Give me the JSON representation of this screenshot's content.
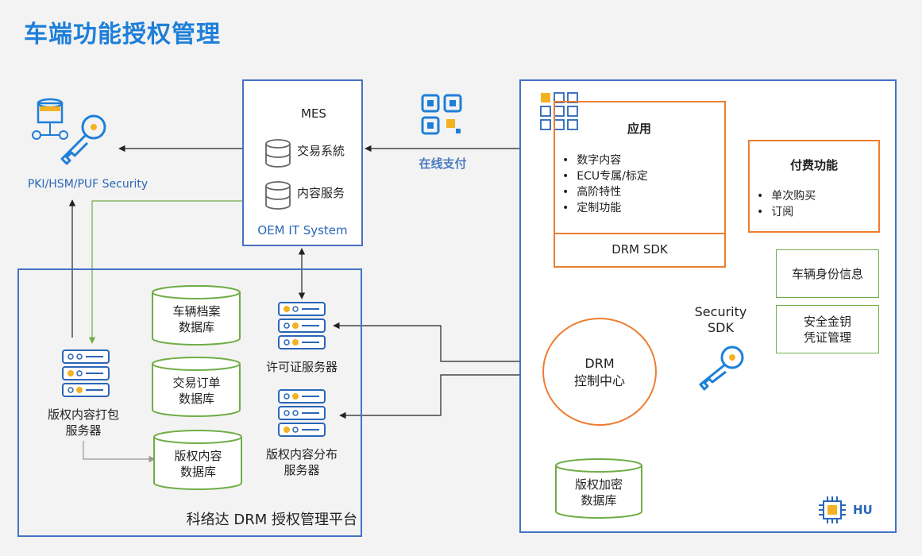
{
  "title": "车端功能授权管理",
  "pki": {
    "label": "PKI/HSM/PUF Security"
  },
  "oem": {
    "mes": "MES",
    "trade": "交易系統",
    "content": "内容服务",
    "footer": "OEM IT System"
  },
  "payment": {
    "label": "在线支付"
  },
  "app": {
    "title": "应用",
    "items": [
      "数字内容",
      "ECU专属/标定",
      "高阶特性",
      "定制功能"
    ],
    "sdk": "DRM SDK"
  },
  "paid": {
    "title": "付费功能",
    "items": [
      "单次购买",
      "订阅"
    ]
  },
  "vehicle_id": "车辆身份信息",
  "key_mgmt": {
    "line1": "安全金钥",
    "line2": "凭证管理"
  },
  "security_sdk": {
    "line1": "Security",
    "line2": "SDK"
  },
  "drm_center": {
    "line1": "DRM",
    "line2": "控制中心"
  },
  "drm_db": {
    "line1": "版权加密",
    "line2": "数据库"
  },
  "hu": "HU",
  "platform": {
    "footer": "科络达 DRM 授权管理平台",
    "db_vehicle": {
      "line1": "车辆档案",
      "line2": "数据库"
    },
    "db_order": {
      "line1": "交易订单",
      "line2": "数据库"
    },
    "db_copyright": {
      "line1": "版权内容",
      "line2": "数据库"
    },
    "license_server": "许可证服务器",
    "package_server": {
      "line1": "版权内容打包",
      "line2": "服务器"
    },
    "dist_server": {
      "line1": "版权内容分布",
      "line2": "服务器"
    }
  },
  "colors": {
    "blue": "#4472c4",
    "orange": "#ed7d31",
    "green": "#70ad47",
    "title": "#1e7fd8",
    "payment": "#4a7bbf"
  }
}
